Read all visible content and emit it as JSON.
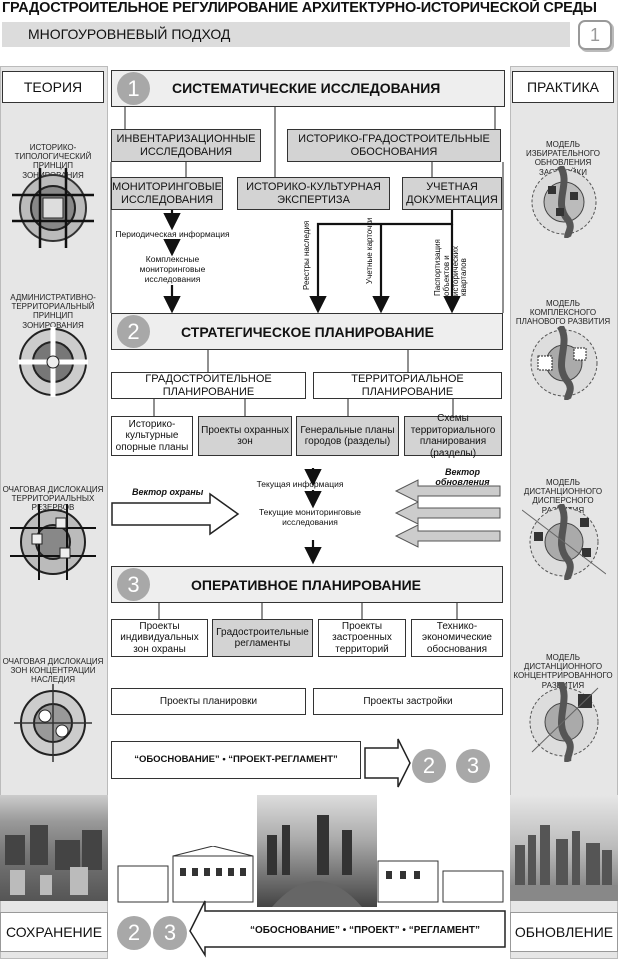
{
  "header": {
    "title": "ГРАДОСТРОИТЕЛЬНОЕ РЕГУЛИРОВАНИЕ АРХИТЕКТУРНО-ИСТОРИЧЕСКОЙ СРЕДЫ",
    "subtitle": "МНОГОУРОВНЕВЫЙ ПОДХОД",
    "page_number": "1"
  },
  "left": {
    "title": "ТЕОРИЯ",
    "items": [
      "ИСТОРИКО-ТИПОЛОГИЧЕСКИЙ ПРИНЦИП ЗОНИРОВАНИЯ",
      "АДМИНИСТРАТИВНО-ТЕРРИТОРИАЛЬНЫЙ ПРИНЦИП ЗОНИРОВАНИЯ",
      "ОЧАГОВАЯ ДИСЛОКАЦИЯ ТЕРРИТОРИАЛЬНЫХ РЕЗЕРВОВ",
      "ОЧАГОВАЯ ДИСЛОКАЦИЯ ЗОН КОНЦЕНТРАЦИИ НАСЛЕДИЯ"
    ],
    "footer": "СОХРАНЕНИЕ"
  },
  "right": {
    "title": "ПРАКТИКА",
    "items": [
      "МОДЕЛЬ ИЗБИРАТЕЛЬНОГО ОБНОВЛЕНИЯ ЗАСТРОЙКИ",
      "МОДЕЛЬ КОМПЛЕКСНОГО ПЛАНОВОГО РАЗВИТИЯ",
      "МОДЕЛЬ ДИСТАНЦИОННОГО ДИСПЕРСНОГО РАЗВИТИЯ",
      "МОДЕЛЬ ДИСТАНЦИОННОГО КОНЦЕНТРИРОВАННОГО РАЗВИТИЯ"
    ],
    "footer": "ОБНОВЛЕНИЕ"
  },
  "section1": {
    "num": "1",
    "title": "СИСТЕМАТИЧЕСКИЕ ИССЛЕДОВАНИЯ",
    "boxes": [
      "ИНВЕНТАРИЗАЦИОННЫЕ ИССЛЕДОВАНИЯ",
      "ИСТОРИКО-ГРАДОСТРОИТЕЛЬНЫЕ ОБОСНОВАНИЯ",
      "МОНИТОРИНГОВЫЕ ИССЛЕДОВАНИЯ",
      "ИСТОРИКО-КУЛЬТУРНАЯ ЭКСПЕРТИЗА",
      "УЧЕТНАЯ ДОКУМЕНТАЦИЯ"
    ],
    "periodic": "Периодическая информация",
    "complex": "Комплексные мониторинговые исследования",
    "vlabels": [
      "Реестры наследия",
      "Учетные карточки",
      "Паспортизация объектов и исторических кварталов"
    ]
  },
  "section2": {
    "num": "2",
    "title": "СТРАТЕГИЧЕСКОЕ ПЛАНИРОВАНИЕ",
    "groups": [
      "ГРАДОСТРОИТЕЛЬНОЕ ПЛАНИРОВАНИЕ",
      "ТЕРРИТОРИАЛЬНОЕ ПЛАНИРОВАНИЕ"
    ],
    "boxes": [
      "Историко-культурные опорные планы",
      "Проекты охранных зон",
      "Генеральные планы городов (разделы)",
      "Схемы территориального планирования (разделы)"
    ],
    "vector_left": "Вектор охраны",
    "vector_right": "Вектор обновления",
    "current": "Текущая информация",
    "current_mon": "Текущие мониторинговые исследования"
  },
  "section3": {
    "num": "3",
    "title": "ОПЕРАТИВНОЕ ПЛАНИРОВАНИЕ",
    "boxes": [
      "Проекты индивидуальных зон охраны",
      "Градостроительные регламенты",
      "Проекты застроенных территорий",
      "Технико-экономические обоснования"
    ],
    "wide": [
      "Проекты планировки",
      "Проекты застройки"
    ],
    "slogan": "“ОБОСНОВАНИЕ” • “ПРОЕКТ-РЕГЛАМЕНТ”",
    "c2": "2",
    "c3": "3"
  },
  "bottom": {
    "slogan": "“ОБОСНОВАНИЕ” • “ПРОЕКТ” • “РЕГЛАМЕНТ”",
    "c2": "2",
    "c3": "3"
  }
}
